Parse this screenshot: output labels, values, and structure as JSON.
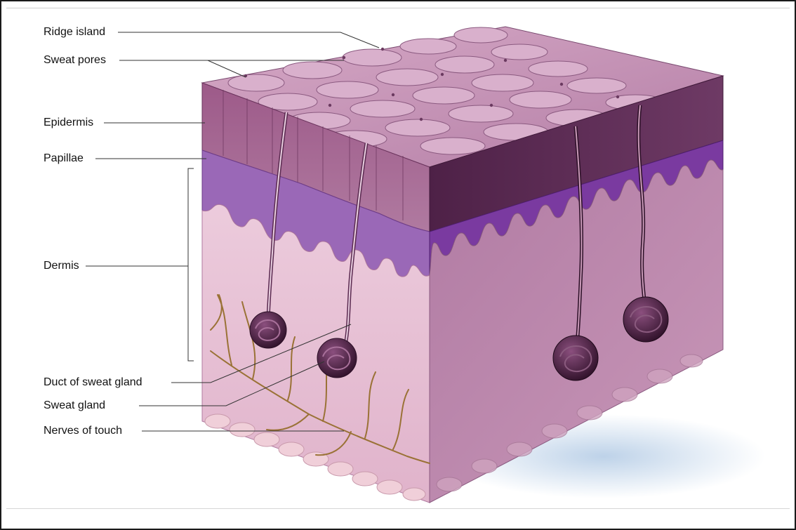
{
  "labels": {
    "ridge_island": "Ridge island",
    "sweat_pores": "Sweat pores",
    "epidermis": "Epidermis",
    "papillae": "Papillae",
    "dermis": "Dermis",
    "duct_of_sweat_gland": "Duct of sweat gland",
    "sweat_gland": "Sweat gland",
    "nerves_of_touch": "Nerves of touch"
  },
  "colors": {
    "epidermis_top": "#c796b8",
    "epidermis_front": "#8a4a78",
    "epidermis_side": "#5c2a52",
    "papillae": "#8a4aa6",
    "dermis_front": "#e7c3d7",
    "dermis_side": "#b985aa",
    "gland": "#4a2040",
    "nerve": "#a07a3a"
  }
}
